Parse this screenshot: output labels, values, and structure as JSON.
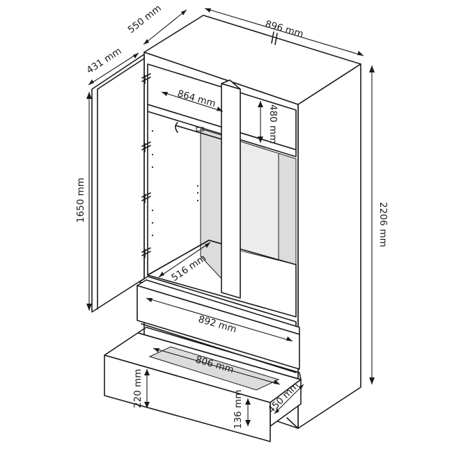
{
  "dimensions": {
    "door_depth": "431 mm",
    "side_depth": "550 mm",
    "total_width": "896 mm",
    "inner_width": "864 mm",
    "upper_height": "480 mm",
    "door_height": "1650 mm",
    "total_height": "2206 mm",
    "inner_depth": "516 mm",
    "drawer_width": "892 mm",
    "drawer_inner_width": "806 mm",
    "drawer_height": "220 mm",
    "drawer_inner_height": "136 mm",
    "drawer_depth": "450 mm"
  }
}
